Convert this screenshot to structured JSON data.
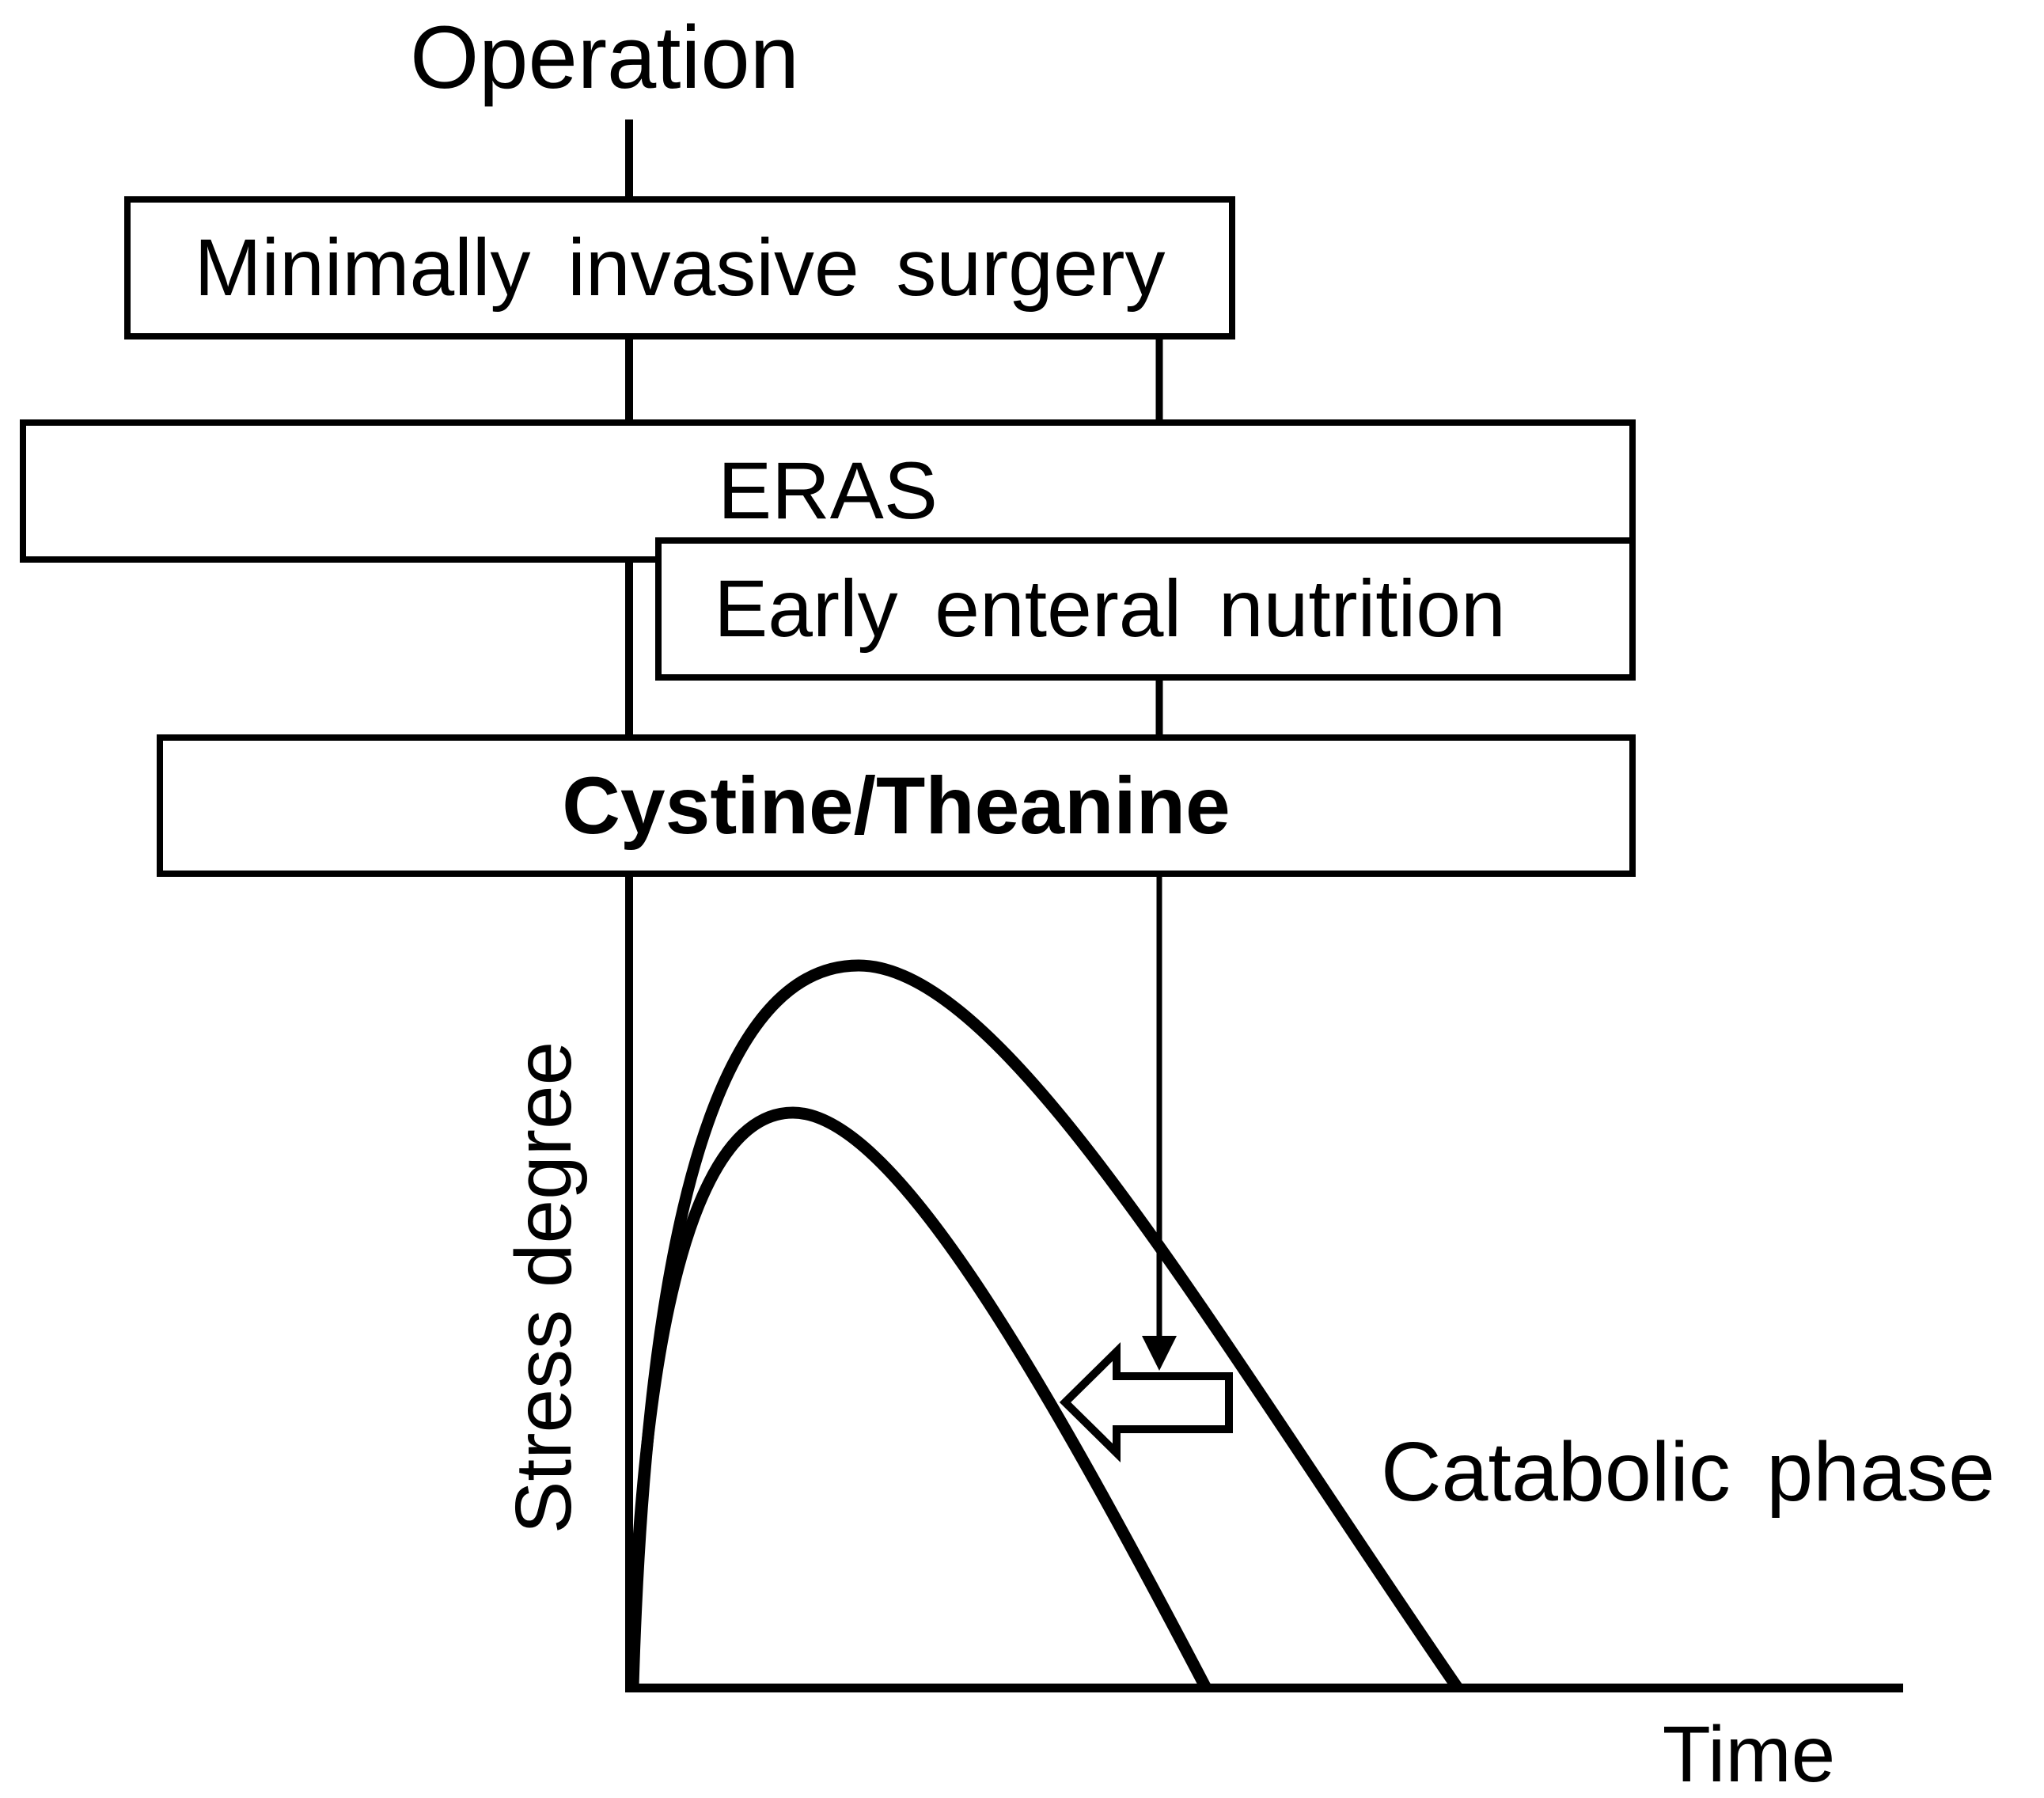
{
  "figure": {
    "title": "Operation",
    "boxes": {
      "minimally_invasive_surgery": "Minimally invasive surgery",
      "eras": "ERAS",
      "early_enteral_nutrition": "Early enteral nutrition",
      "cystine_theanine": "Cystine/Theanine"
    },
    "chart": {
      "ylabel": "Stress degree",
      "xlabel": "Time",
      "annotation": "Catabolic phase"
    },
    "colors": {
      "foreground": "#000000",
      "background": "#ffffff"
    }
  },
  "chart_data": {
    "type": "line",
    "title": "",
    "xlabel": "Time",
    "ylabel": "Stress degree",
    "axes_numeric": false,
    "grid": false,
    "legend": "none",
    "annotation": "Catabolic phase",
    "series": [
      {
        "name": "stress-curve-without-intervention",
        "description": "taller and longer stress curve",
        "points_norm_xy": [
          [
            0.0,
            0.0
          ],
          [
            0.05,
            0.55
          ],
          [
            0.18,
            0.885
          ],
          [
            0.35,
            0.72
          ],
          [
            0.5,
            0.4
          ],
          [
            0.65,
            0.0
          ]
        ]
      },
      {
        "name": "stress-curve-with-intervention",
        "description": "lower stress curve, catabolic phase shifted left (shortened)",
        "points_norm_xy": [
          [
            0.0,
            0.0
          ],
          [
            0.04,
            0.45
          ],
          [
            0.13,
            0.705
          ],
          [
            0.26,
            0.52
          ],
          [
            0.36,
            0.25
          ],
          [
            0.45,
            0.0
          ]
        ]
      }
    ],
    "arrows": [
      {
        "name": "intervention-down-arrow",
        "direction": "down",
        "meaning": "effect of Cystine/Theanine + early enteral nutrition applied to the stress curve"
      },
      {
        "name": "shift-left-arrow",
        "direction": "left",
        "meaning": "catabolic phase is shortened / shifted earlier"
      }
    ]
  }
}
